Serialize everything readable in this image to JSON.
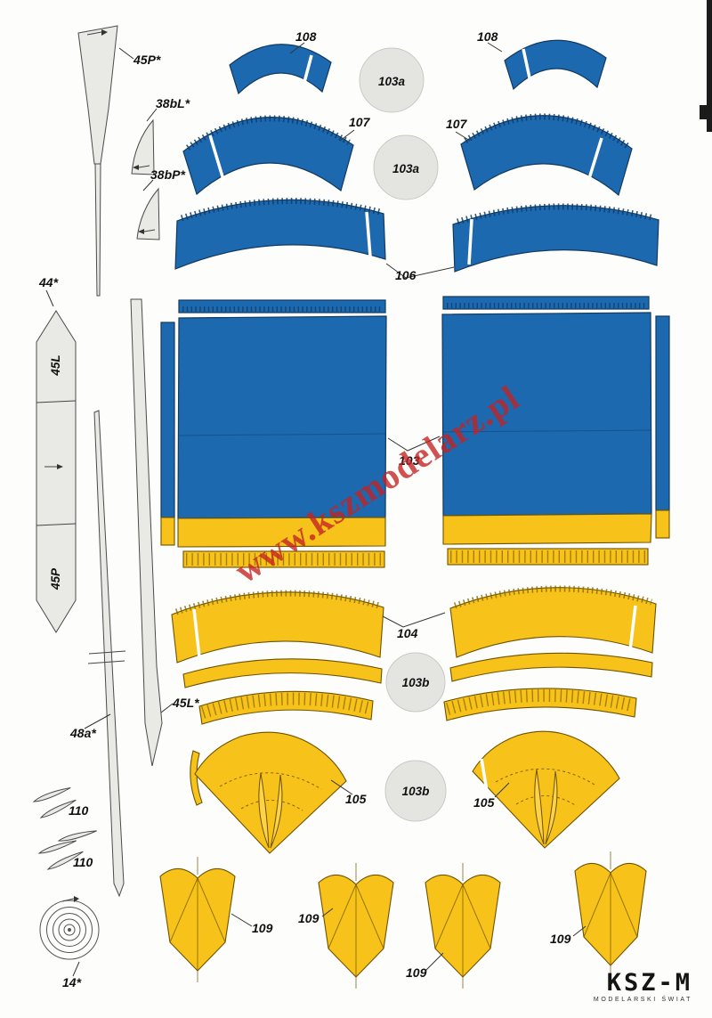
{
  "colors": {
    "blue": "#1c69b0",
    "yellow": "#f7c31a",
    "gray": "#e4e4e1",
    "watermark": "#c52222"
  },
  "labels": {
    "l45P": "45P*",
    "l38bL": "38bL*",
    "l38bP": "38bP*",
    "l44": "44*",
    "l45L_spar": "45L",
    "l45P_spar": "45P",
    "l45Lstar": "45L*",
    "l48a": "48a*",
    "l110a": "110",
    "l110b": "110",
    "l14": "14*",
    "l108L": "108",
    "l108R": "108",
    "l103a_1": "103a",
    "l103a_2": "103a",
    "l107L": "107",
    "l107R": "107",
    "l106": "106",
    "l103": "103",
    "l104": "104",
    "l103b_1": "103b",
    "l103b_2": "103b",
    "l105L": "105",
    "l105R": "105",
    "l109a": "109",
    "l109b": "109",
    "l109c": "109",
    "l109d": "109"
  },
  "watermark": "www.kszmodelarz.pl",
  "logo": {
    "title": "KSZ-M",
    "subtitle": "MODELARSKI ŚWIAT"
  }
}
